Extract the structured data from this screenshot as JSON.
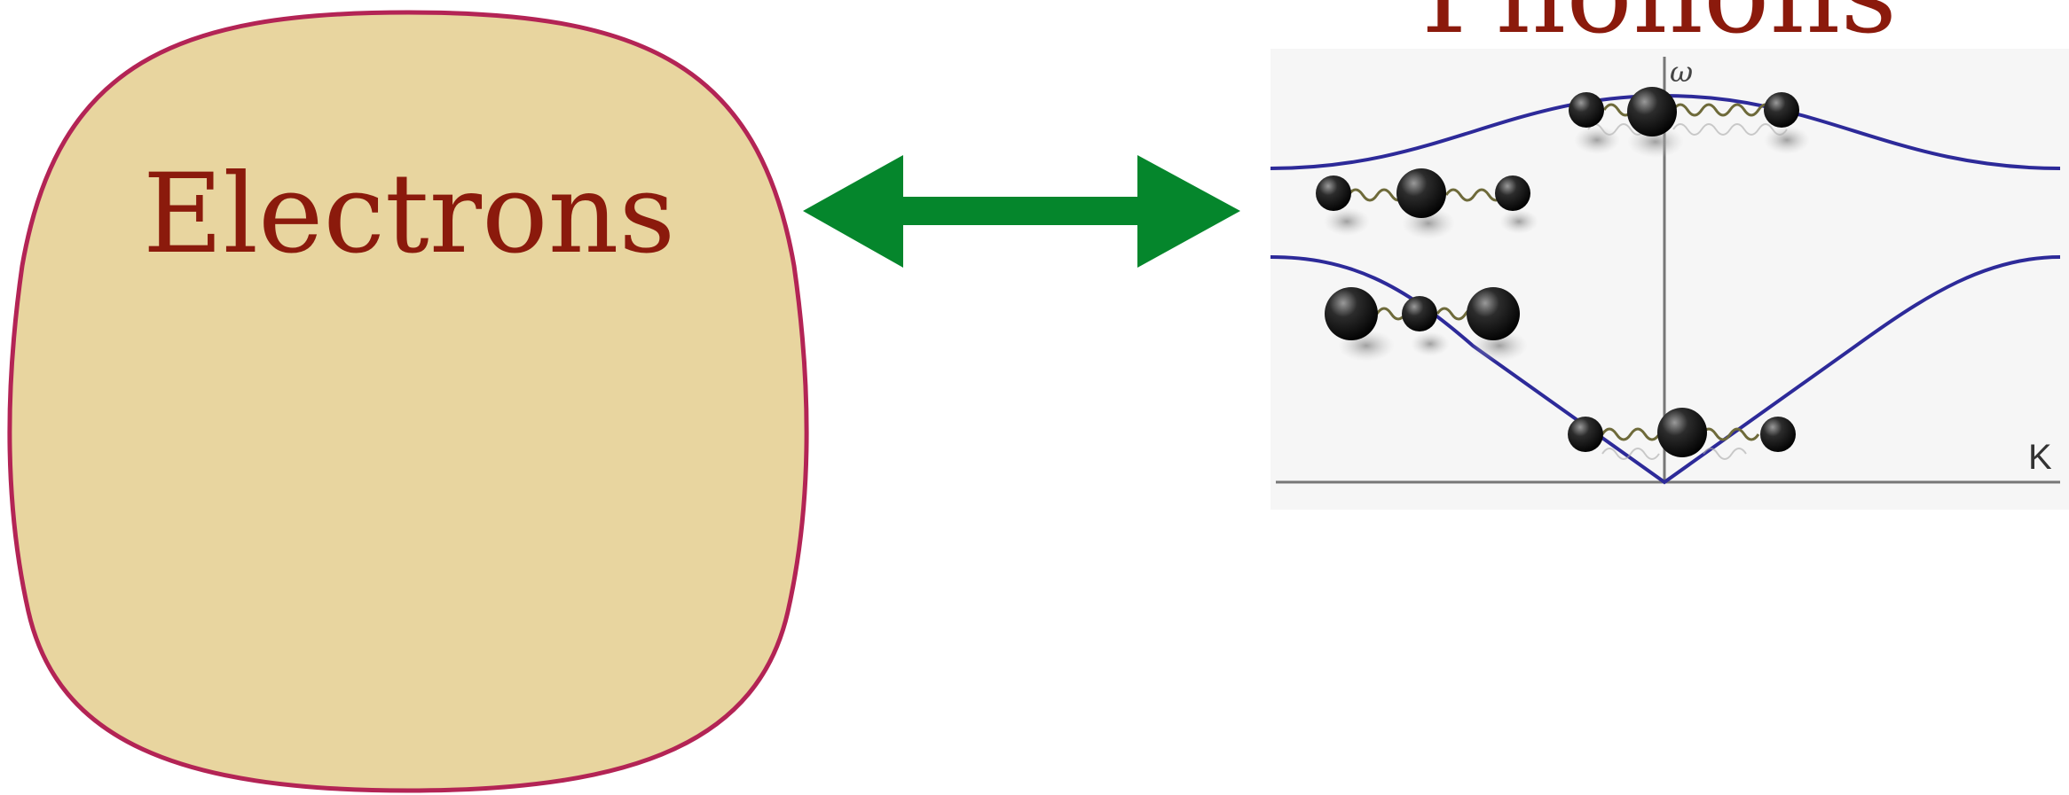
{
  "electrons": {
    "label": "Electrons",
    "fill": "#e8d59f",
    "border": "#b32455",
    "text_color": "#8b1a0c"
  },
  "phonons": {
    "label": "Phonons",
    "text_color": "#8b1a0c",
    "dispersion_color": "#2d2a99",
    "axis_y_label": "ω",
    "axis_x_label": "K"
  },
  "arrow": {
    "color": "#05862c",
    "direction": "bidirectional"
  }
}
